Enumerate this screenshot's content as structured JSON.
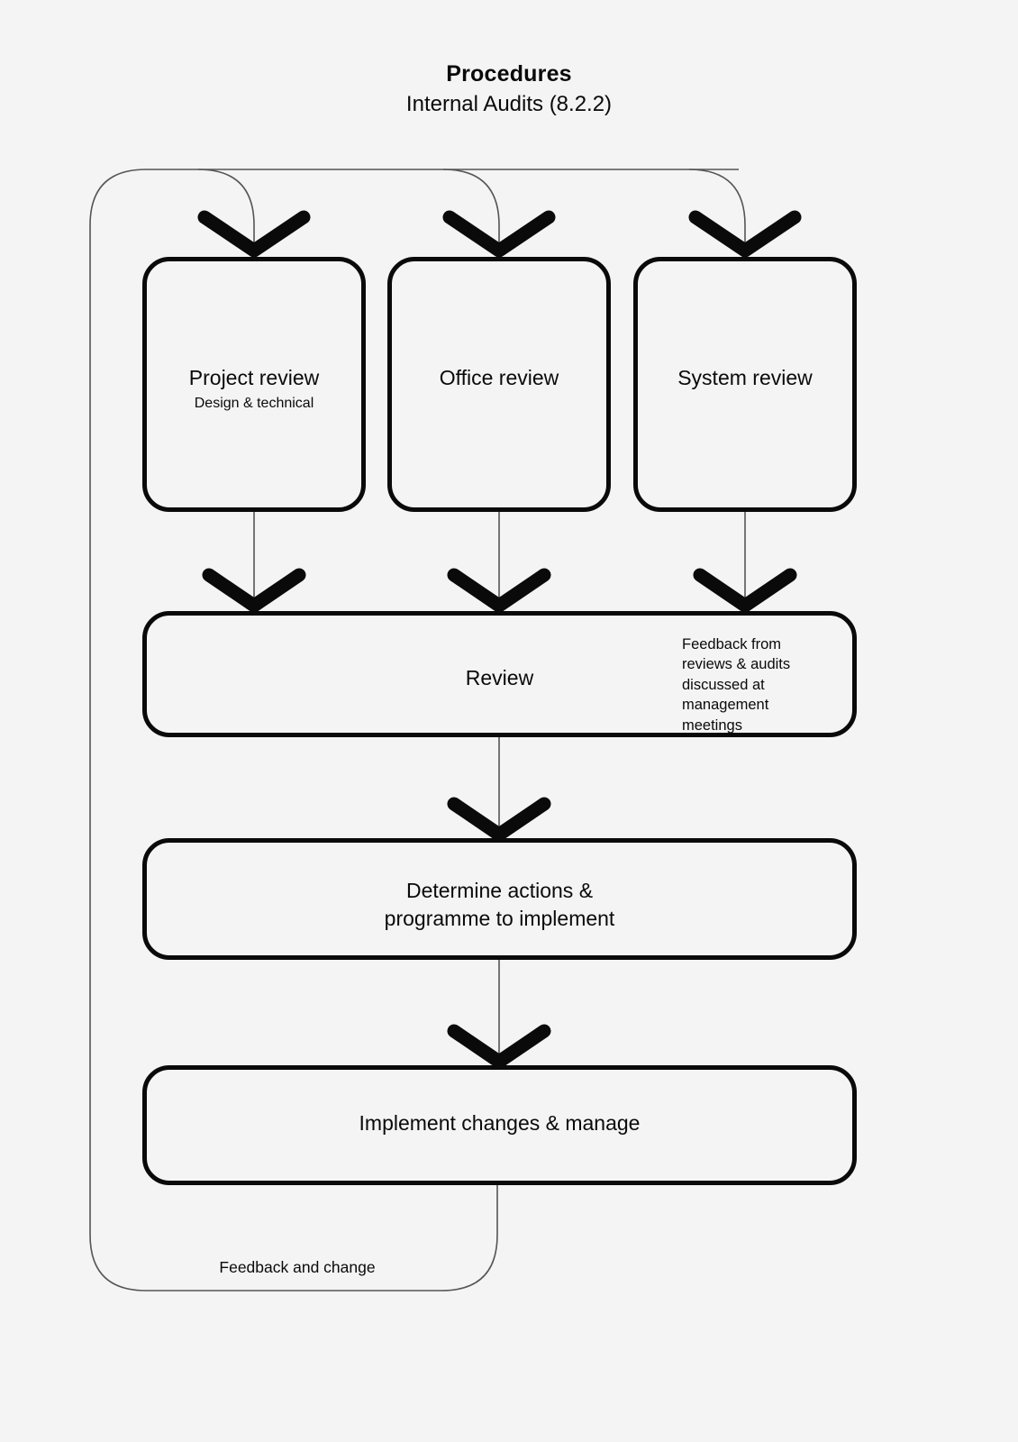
{
  "page": {
    "background_color": "#f4f4f4",
    "line_color": "#555555",
    "stroke_color": "#0a0a0a"
  },
  "title": {
    "main": "Procedures",
    "subtitle": "Internal Audits (8.2.2)"
  },
  "nodes": {
    "project_review": {
      "label": "Project review",
      "sublabel": "Design & technical"
    },
    "office_review": {
      "label": "Office review",
      "sublabel": ""
    },
    "system_review": {
      "label": "System review",
      "sublabel": ""
    },
    "review": {
      "label": "Review",
      "note": "Feedback from\nreviews & audits\ndiscussed at\nmanagement\nmeetings"
    },
    "determine": {
      "label": "Determine actions &\nprogramme to implement"
    },
    "implement": {
      "label": "Implement changes & manage"
    }
  },
  "loop": {
    "caption": "Feedback and change"
  },
  "chart_data": {
    "type": "diagram",
    "title": "Procedures — Internal Audits (8.2.2)",
    "diagram_kind": "flowchart",
    "orientation": "top-to-bottom",
    "nodes": [
      {
        "id": "project_review",
        "label": "Project review",
        "sublabel": "Design & technical",
        "row": 1,
        "column": 1,
        "shape": "rounded-rect"
      },
      {
        "id": "office_review",
        "label": "Office review",
        "sublabel": "",
        "row": 1,
        "column": 2,
        "shape": "rounded-rect"
      },
      {
        "id": "system_review",
        "label": "System review",
        "sublabel": "",
        "row": 1,
        "column": 3,
        "shape": "rounded-rect"
      },
      {
        "id": "review",
        "label": "Review",
        "note": "Feedback from reviews & audits discussed at management meetings",
        "row": 2,
        "column": 0,
        "shape": "rounded-rect"
      },
      {
        "id": "determine",
        "label": "Determine actions & programme to implement",
        "row": 3,
        "column": 0,
        "shape": "rounded-rect"
      },
      {
        "id": "implement",
        "label": "Implement changes & manage",
        "row": 4,
        "column": 0,
        "shape": "rounded-rect"
      }
    ],
    "edges": [
      {
        "from": "feedback_loop",
        "to": "project_review",
        "style": "thin-curve",
        "arrow": "chevron"
      },
      {
        "from": "feedback_loop",
        "to": "office_review",
        "style": "thin-curve",
        "arrow": "chevron"
      },
      {
        "from": "feedback_loop",
        "to": "system_review",
        "style": "thin-curve",
        "arrow": "chevron"
      },
      {
        "from": "project_review",
        "to": "review",
        "style": "thin-straight",
        "arrow": "chevron"
      },
      {
        "from": "office_review",
        "to": "review",
        "style": "thin-straight",
        "arrow": "chevron"
      },
      {
        "from": "system_review",
        "to": "review",
        "style": "thin-straight",
        "arrow": "chevron"
      },
      {
        "from": "review",
        "to": "determine",
        "style": "thin-straight",
        "arrow": "chevron"
      },
      {
        "from": "determine",
        "to": "implement",
        "style": "thin-straight",
        "arrow": "chevron"
      },
      {
        "from": "implement",
        "to": "feedback_loop",
        "style": "thin-curve",
        "arrow": "none",
        "label": "Feedback and change"
      }
    ]
  }
}
